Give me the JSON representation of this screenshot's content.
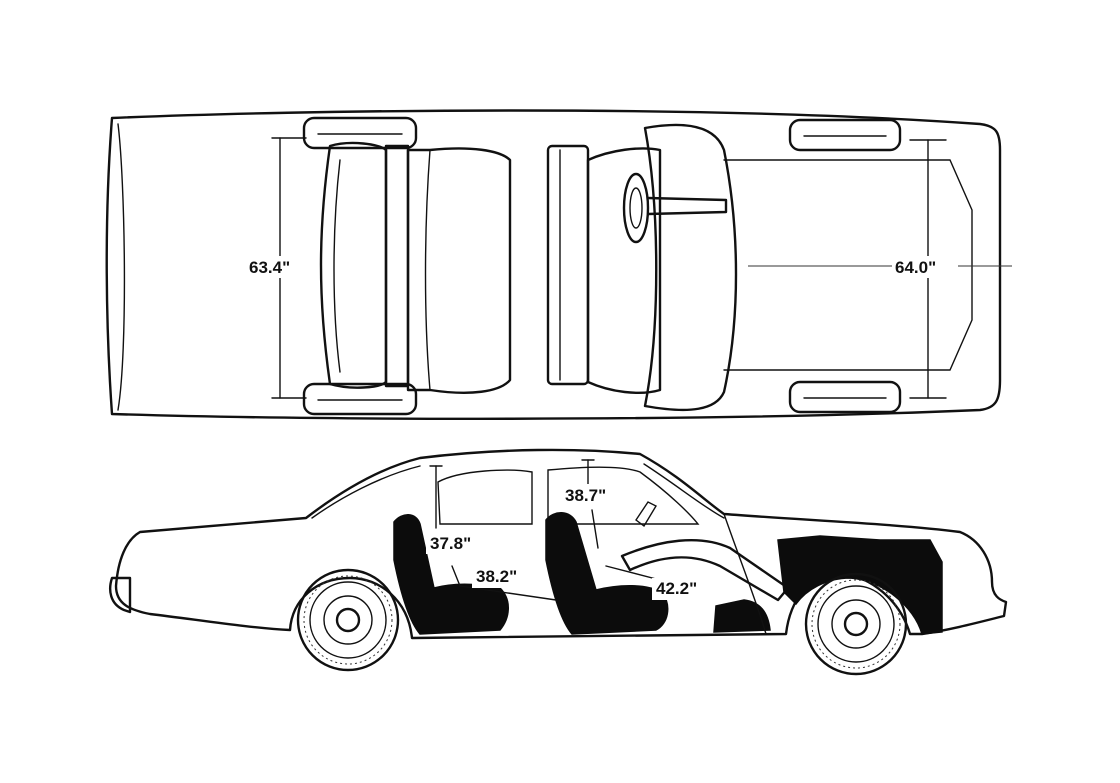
{
  "dimensions": {
    "rear_track": "63.4\"",
    "front_track": "64.0\"",
    "rear_headroom": "37.8\"",
    "front_headroom": "38.7\"",
    "rear_legroom": "38.2\"",
    "front_legroom": "42.2\""
  },
  "colors": {
    "line": "#111111",
    "fill_dark": "#0c0c0c",
    "background": "#ffffff"
  }
}
